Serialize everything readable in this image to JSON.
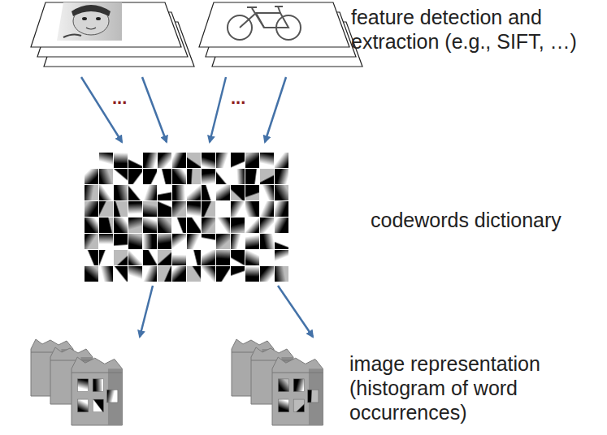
{
  "diagram": {
    "labels": [
      "feature detection and extraction (e.g., SIFT, …)",
      "...",
      "...",
      "codewords dictionary",
      "image representation (histogram of word occurrences)"
    ]
  }
}
